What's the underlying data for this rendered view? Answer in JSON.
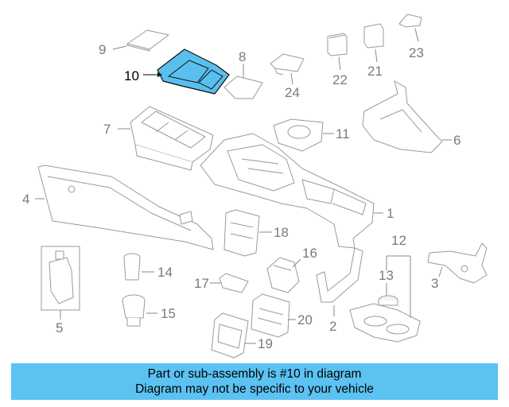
{
  "highlighted_part": "10",
  "callouts": {
    "c1": "1",
    "c2": "2",
    "c3": "3",
    "c4": "4",
    "c5": "5",
    "c6": "6",
    "c7": "7",
    "c8": "8",
    "c9": "9",
    "c10": "10",
    "c11": "11",
    "c12": "12",
    "c13": "13",
    "c14": "14",
    "c15": "15",
    "c16": "16",
    "c17": "17",
    "c18": "18",
    "c19": "19",
    "c20": "20",
    "c21": "21",
    "c22": "22",
    "c23": "23",
    "c24": "24"
  },
  "banner": {
    "line1": "Part or sub-assembly is #10 in diagram",
    "line2": "Diagram may not be specific to your vehicle"
  },
  "colors": {
    "highlight": "#5bc2f1",
    "linework": "#9a9a9a",
    "callout_text": "#7a7a7a"
  }
}
